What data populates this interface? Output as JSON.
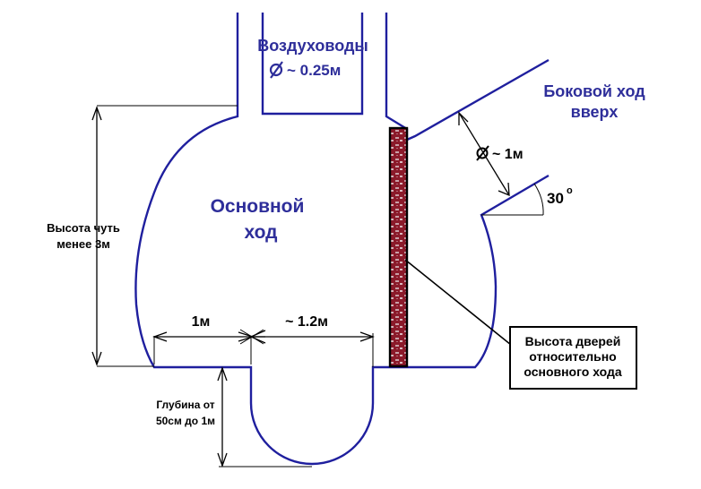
{
  "labels": {
    "ducts_title": "Воздуховоды",
    "ducts_diameter": "~ 0.25м",
    "side_passage_line1": "Боковой ход",
    "side_passage_line2": "вверх",
    "side_diameter": "~ 1м",
    "angle": "30",
    "angle_unit": "o",
    "main_line1": "Основной",
    "main_line2": "ход",
    "height_line1": "Высота чуть",
    "height_line2": "менее 3м",
    "width_left": "1м",
    "width_pit": "~ 1.2м",
    "depth_line1": "Глубина от",
    "depth_line2": "50см до 1м",
    "door_note_line1": "Высота дверей",
    "door_note_line2": "относительно",
    "door_note_line3": "основного хода"
  },
  "icons": {
    "diameter_symbol": "diameter-icon"
  },
  "colors": {
    "outline": "#1f1f9e",
    "text_blue": "#2e2e9a",
    "door_fill": "#8b1a2a",
    "dimension": "#000000"
  }
}
